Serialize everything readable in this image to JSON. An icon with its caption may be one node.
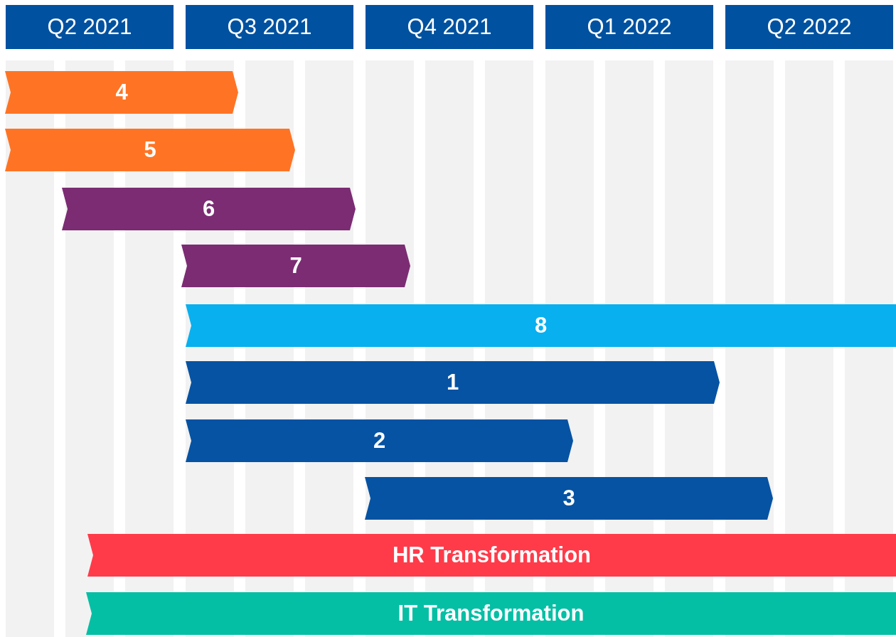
{
  "diagram": {
    "nodes": [
      {
        "text": [
          "Q2 2021"
        ]
      },
      {
        "text": [
          "Q3 2021"
        ]
      },
      {
        "text": [
          "Q4 2021"
        ]
      },
      {
        "text": [
          "Q1 2022"
        ]
      },
      {
        "text": [
          "Q2 2022"
        ]
      },
      {
        "text": [
          "4"
        ]
      },
      {
        "text": [
          "5"
        ]
      },
      {
        "text": [
          "6"
        ]
      },
      {
        "text": [
          "7"
        ]
      },
      {
        "text": [
          "8"
        ]
      },
      {
        "text": [
          "1"
        ]
      },
      {
        "text": [
          "2"
        ]
      },
      {
        "text": [
          "3"
        ]
      },
      {
        "text": [
          "HR Transformation"
        ]
      },
      {
        "text": [
          "IT Transformation"
        ]
      }
    ]
  }
}
